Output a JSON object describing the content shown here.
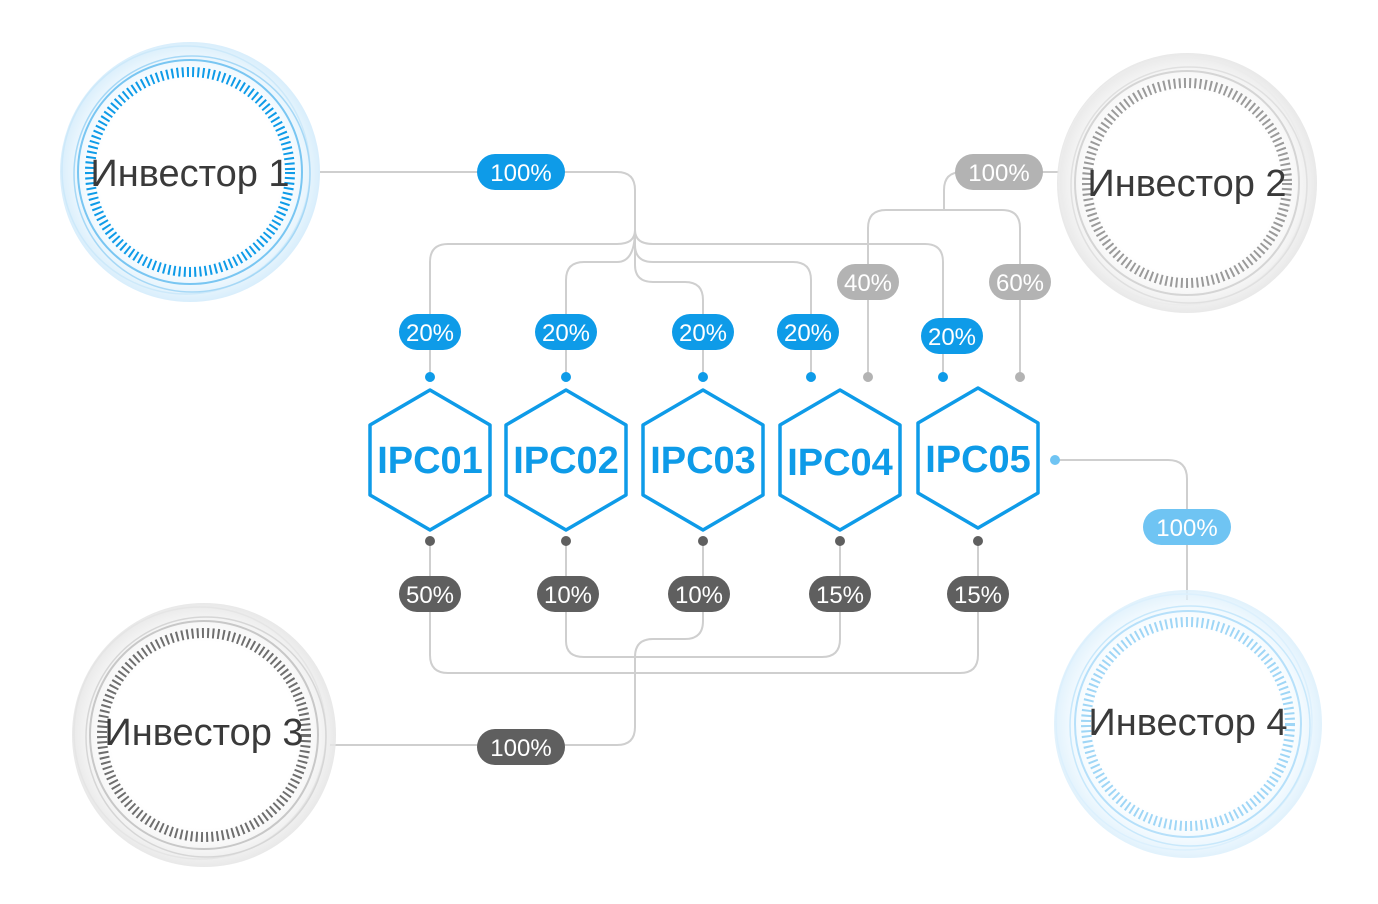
{
  "colors": {
    "blue": "#0e9be8",
    "light_blue": "#6fc4f3",
    "gray": "#b3b3b3",
    "dark_gray": "#5f5f5f",
    "line": "#cfcfcf"
  },
  "investors": [
    {
      "id": "inv1",
      "label": "Инвестор 1",
      "theme": "blue"
    },
    {
      "id": "inv2",
      "label": "Инвестор 2",
      "theme": "gray"
    },
    {
      "id": "inv3",
      "label": "Инвестор 3",
      "theme": "darkgray"
    },
    {
      "id": "inv4",
      "label": "Инвестор 4",
      "theme": "lightblue"
    }
  ],
  "companies": [
    "IPC01",
    "IPC02",
    "IPC03",
    "IPC04",
    "IPC05"
  ],
  "shares": {
    "investor1_total": "100%",
    "investor1_to": [
      "20%",
      "20%",
      "20%",
      "20%",
      "20%"
    ],
    "investor2_total": "100%",
    "investor2_to": [
      "40%",
      "60%"
    ],
    "investor3_total": "100%",
    "investor3_from": [
      "50%",
      "10%",
      "10%",
      "15%",
      "15%"
    ],
    "investor4_total": "100%"
  }
}
